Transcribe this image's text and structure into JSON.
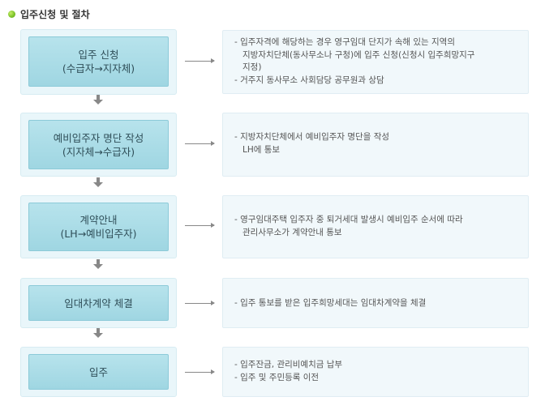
{
  "title": "입주신청 및 절차",
  "steps": [
    {
      "box_line1": "입주 신청",
      "box_line2": "(수급자→지자체)",
      "desc": [
        "- 입주자격에 해당하는 경우 영구임대 단지가 속해 있는 지역의",
        "지방자치단체(동사무소나 구청)에 입주 신청(신청시 입주희망지구",
        "지정)",
        "- 거주지 동사무소 사회담당 공무원과 상담"
      ]
    },
    {
      "box_line1": "예비입주자 명단 작성",
      "box_line2": "(지자체→수급자)",
      "desc": [
        "- 지방자치단체에서 예비입주자 명단을 작성",
        "LH에 통보"
      ]
    },
    {
      "box_line1": "계약안내",
      "box_line2": "(LH→예비입주자)",
      "desc": [
        "- 영구임대주택 입주자 중 퇴거세대 발생시 예비입주 순서에 따라",
        "관리사무소가 계약안내 통보"
      ]
    },
    {
      "box_line1": "임대차계약 체결",
      "box_line2": "",
      "desc": [
        "- 입주 통보를 받은 입주희망세대는 임대차계약을 체결"
      ]
    },
    {
      "box_line1": "입주",
      "box_line2": "",
      "desc": [
        "- 입주잔금, 관리비예치금 납부",
        "- 입주 및 주민등록 이전"
      ]
    }
  ]
}
